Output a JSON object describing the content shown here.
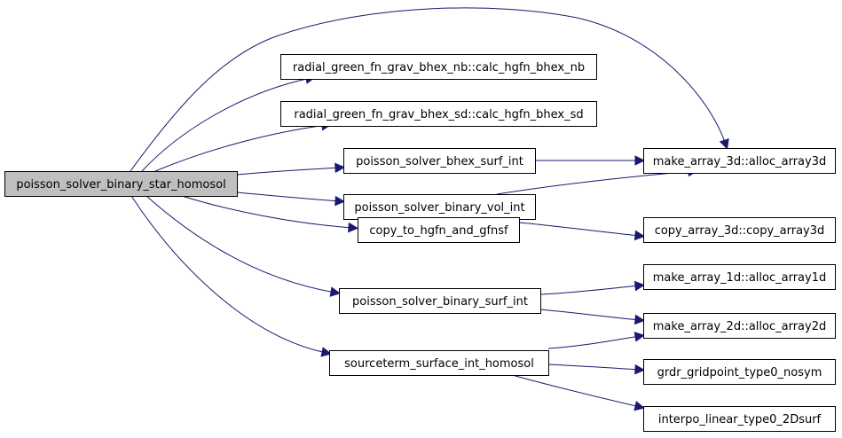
{
  "diagram": {
    "nodes": [
      {
        "id": "root",
        "label": "poisson_solver_binary_star_homosol",
        "root": true
      },
      {
        "id": "nb",
        "label": "radial_green_fn_grav_bhex_nb::calc_hgfn_bhex_nb"
      },
      {
        "id": "sd",
        "label": "radial_green_fn_grav_bhex_sd::calc_hgfn_bhex_sd"
      },
      {
        "id": "bhex_surf",
        "label": "poisson_solver_bhex_surf_int"
      },
      {
        "id": "bin_vol",
        "label": "poisson_solver_binary_vol_int"
      },
      {
        "id": "copy_hgfn",
        "label": "copy_to_hgfn_and_gfnsf"
      },
      {
        "id": "bin_surf",
        "label": "poisson_solver_binary_surf_int"
      },
      {
        "id": "srcterm",
        "label": "sourceterm_surface_int_homosol"
      },
      {
        "id": "alloc3d",
        "label": "make_array_3d::alloc_array3d"
      },
      {
        "id": "copy3d",
        "label": "copy_array_3d::copy_array3d"
      },
      {
        "id": "alloc1d",
        "label": "make_array_1d::alloc_array1d"
      },
      {
        "id": "alloc2d",
        "label": "make_array_2d::alloc_array2d"
      },
      {
        "id": "grdr",
        "label": "grdr_gridpoint_type0_nosym"
      },
      {
        "id": "interpo",
        "label": "interpo_linear_type0_2Dsurf"
      }
    ],
    "edges": [
      {
        "from": "root",
        "to": "alloc3d"
      },
      {
        "from": "root",
        "to": "nb"
      },
      {
        "from": "root",
        "to": "sd"
      },
      {
        "from": "root",
        "to": "bhex_surf"
      },
      {
        "from": "root",
        "to": "bin_vol"
      },
      {
        "from": "root",
        "to": "copy_hgfn"
      },
      {
        "from": "root",
        "to": "bin_surf"
      },
      {
        "from": "root",
        "to": "srcterm"
      },
      {
        "from": "bhex_surf",
        "to": "alloc3d"
      },
      {
        "from": "bin_vol",
        "to": "alloc3d"
      },
      {
        "from": "copy_hgfn",
        "to": "copy3d"
      },
      {
        "from": "bin_surf",
        "to": "alloc1d"
      },
      {
        "from": "bin_surf",
        "to": "alloc2d"
      },
      {
        "from": "srcterm",
        "to": "alloc2d"
      },
      {
        "from": "srcterm",
        "to": "grdr"
      },
      {
        "from": "srcterm",
        "to": "interpo"
      }
    ]
  }
}
